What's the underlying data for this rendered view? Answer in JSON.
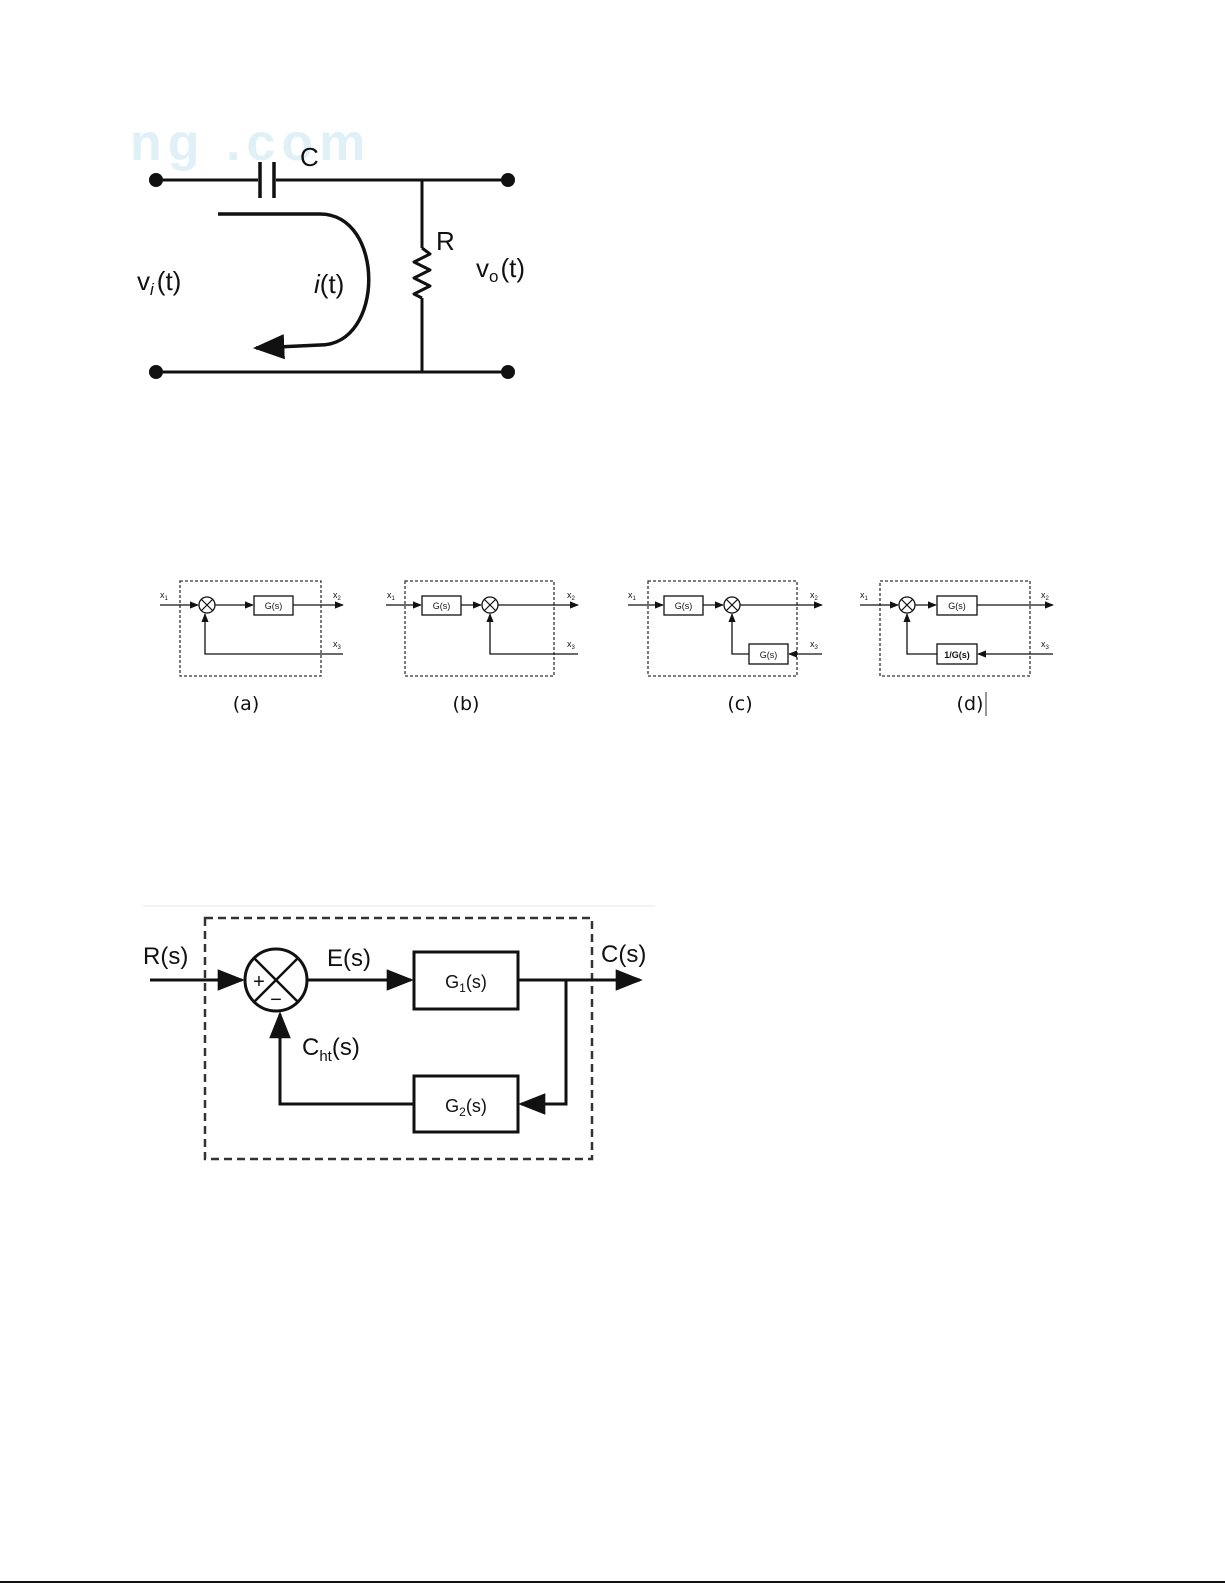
{
  "circuit": {
    "watermark": "ng .com",
    "capacitor_label": "C",
    "resistor_label": "R",
    "input_voltage": {
      "base": "v",
      "sub": "i",
      "rest": "(t)"
    },
    "current": {
      "base": "i",
      "rest": "(t)"
    },
    "output_voltage": {
      "base": "v",
      "sub": "o",
      "rest": "(t)"
    }
  },
  "options": [
    {
      "caption": "(a)",
      "in": {
        "base": "x",
        "sub": "1"
      },
      "out": {
        "base": "x",
        "sub": "2"
      },
      "side": {
        "base": "x",
        "sub": "3"
      },
      "block": "G(s)"
    },
    {
      "caption": "(b)",
      "in": {
        "base": "x",
        "sub": "1"
      },
      "out": {
        "base": "x",
        "sub": "2"
      },
      "side": {
        "base": "x",
        "sub": "3"
      },
      "block": "G(s)"
    },
    {
      "caption": "(c)",
      "in": {
        "base": "x",
        "sub": "1"
      },
      "out": {
        "base": "x",
        "sub": "2"
      },
      "side": {
        "base": "x",
        "sub": "3"
      },
      "block": "G(s)",
      "block2": "G(s)"
    },
    {
      "caption": "(d)",
      "in": {
        "base": "x",
        "sub": "1"
      },
      "out": {
        "base": "x",
        "sub": "2"
      },
      "side": {
        "base": "x",
        "sub": "3"
      },
      "block": "G(s)",
      "block2": "1/G(s)"
    }
  ],
  "feedback": {
    "input": "R(s)",
    "error": "E(s)",
    "output": "C(s)",
    "forward_block": {
      "base": "G",
      "sub": "1",
      "rest": "(s)"
    },
    "feedback_block": {
      "base": "G",
      "sub": "2",
      "rest": "(s)"
    },
    "feedback_signal": {
      "base": "C",
      "sub": "ht",
      "rest": "(s)"
    },
    "plus_sign": "+",
    "minus_sign": "−"
  }
}
